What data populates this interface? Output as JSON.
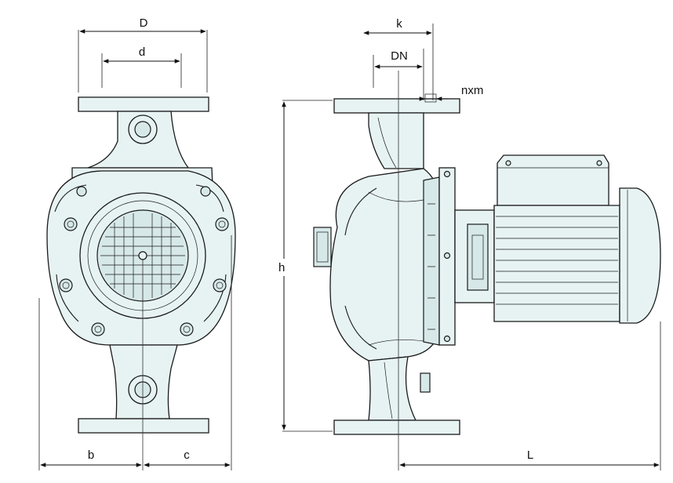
{
  "dimension_labels": {
    "D": "D",
    "d": "d",
    "k": "k",
    "DN": "DN",
    "nxm": "nxm",
    "h": "h",
    "b": "b",
    "c": "c",
    "L": "L"
  },
  "colors": {
    "body_fill": "#e7f3f3",
    "outline": "#1a1a1a"
  }
}
